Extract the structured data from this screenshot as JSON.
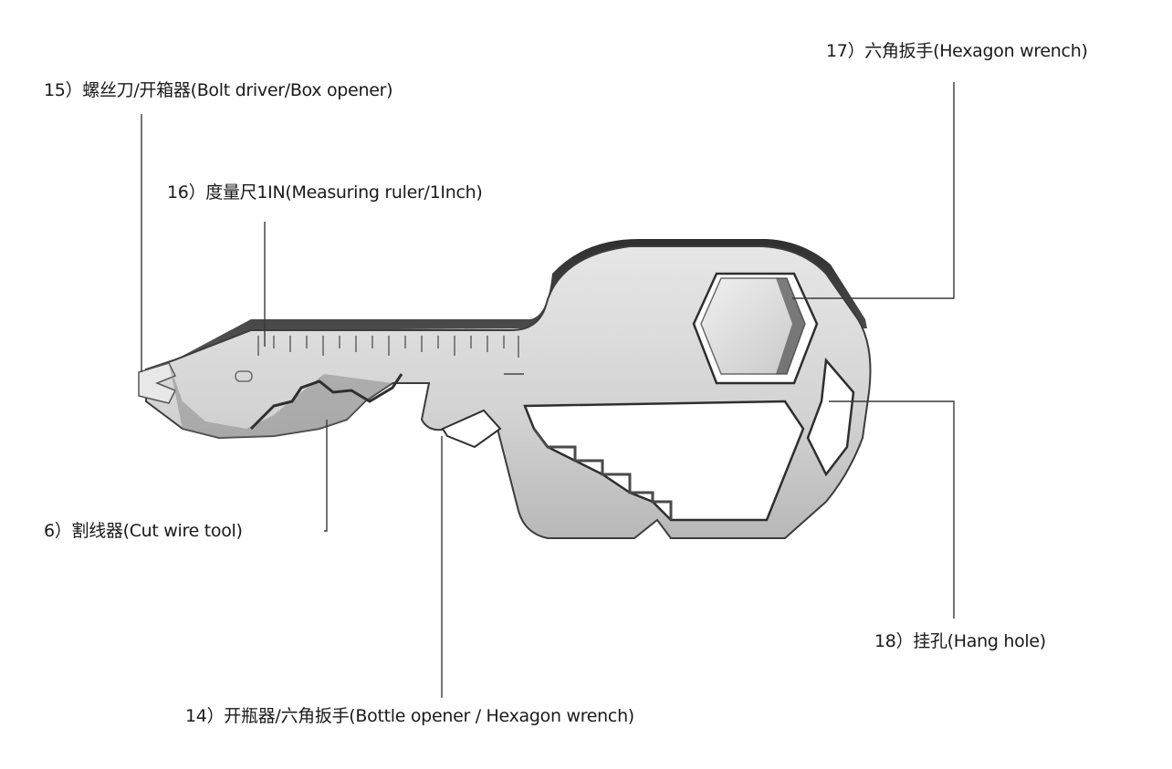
{
  "callouts": {
    "c15": "15）螺丝刀/开箱器(Bolt driver/Box opener)",
    "c16": "16）度量尺1IN(Measuring ruler/1Inch)",
    "c17": "17）六角扳手(Hexagon wrench)",
    "c6": "6）割线器(Cut wire tool)",
    "c18": "18）挂孔(Hang hole)",
    "c14": "14）开瓶器/六角扳手(Bottle opener / Hexagon wrench)"
  },
  "colors": {
    "steel_light": "#dcdcdc",
    "steel_mid": "#bdbdbd",
    "steel_edge": "#3c3c3c",
    "steel_dark": "#6a6a6a",
    "text": "#1a1a1a"
  },
  "icons": {
    "tool": "key-shaped-multitool"
  }
}
